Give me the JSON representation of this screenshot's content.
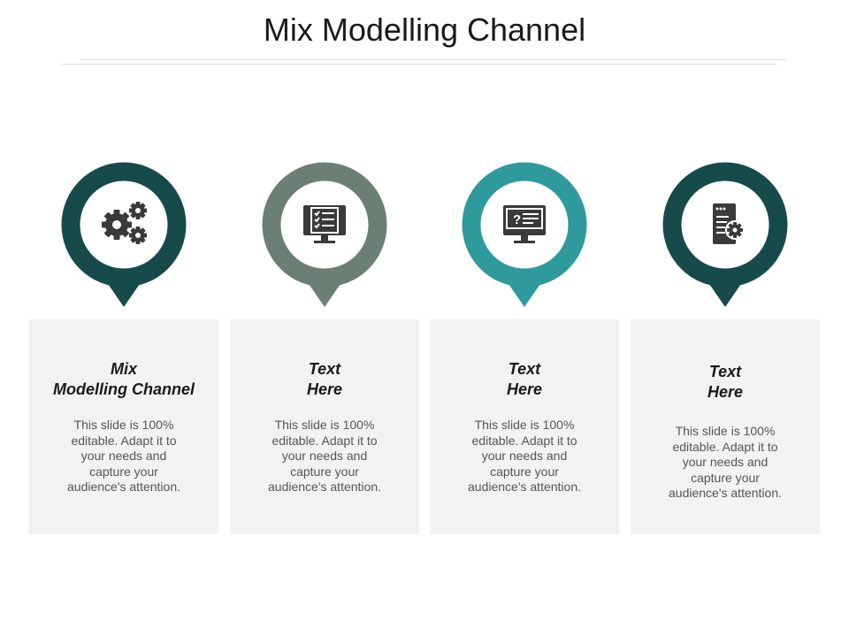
{
  "title": "Mix Modelling Channel",
  "items": [
    {
      "color": "#174a4b",
      "icon": "gears-icon",
      "heading_line1": "Mix",
      "heading_line2": "Modelling Channel",
      "body": "This slide is 100% editable. Adapt it to your needs and capture your audience's attention."
    },
    {
      "color": "#6b7f74",
      "icon": "monitor-checklist-icon",
      "heading_line1": "Text",
      "heading_line2": "Here",
      "body": "This slide is 100% editable. Adapt it to your needs and capture your audience's attention."
    },
    {
      "color": "#2e9a9c",
      "icon": "monitor-question-icon",
      "heading_line1": "Text",
      "heading_line2": "Here",
      "body": "This slide is 100% editable. Adapt it to your needs and capture your audience's attention."
    },
    {
      "color": "#174a4b",
      "icon": "document-gear-icon",
      "heading_line1": "Text",
      "heading_line2": "Here",
      "body": "This slide is 100% editable. Adapt it to your needs and capture your audience's attention."
    }
  ]
}
